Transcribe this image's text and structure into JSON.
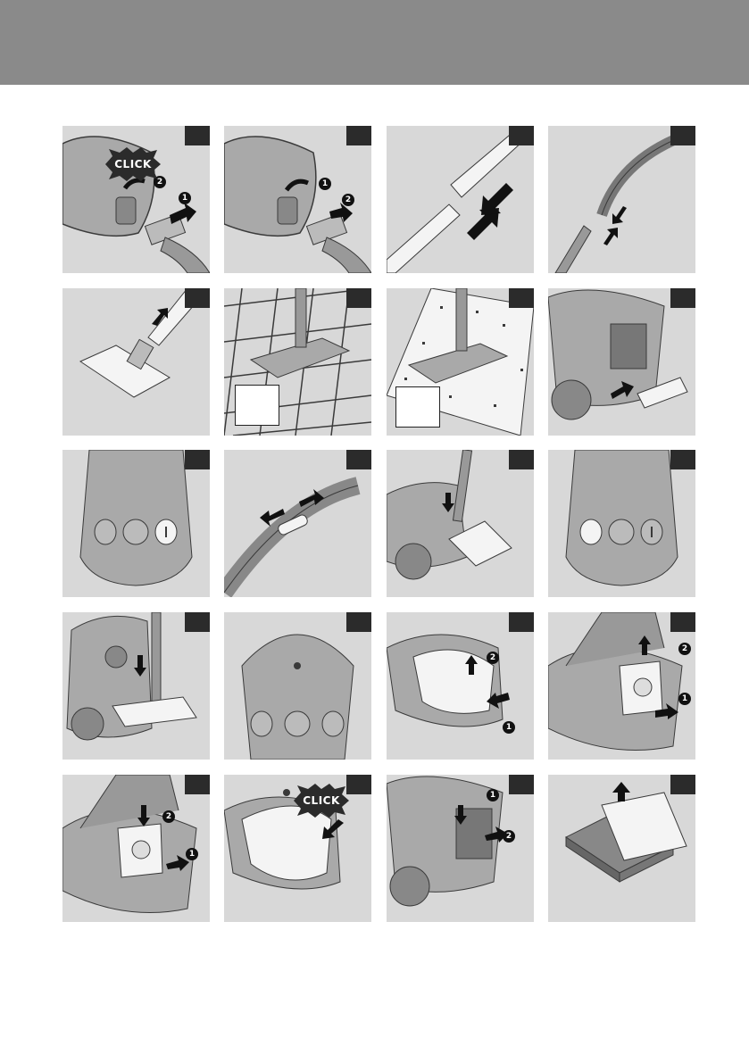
{
  "colors": {
    "header_bar": "#8a8a8a",
    "panel_bg": "#d8d8d8",
    "line_art": "#3a3a3a",
    "appliance_fill": "#a9a9a9",
    "appliance_light": "#f4f4f4",
    "step_tab": "#2b2b2b",
    "arrow": "#111111"
  },
  "labels": {
    "click": "CLICK",
    "one": "1",
    "two": "2"
  },
  "panels": [
    {
      "id": "hose-attach",
      "icon": "hose-connect-icon"
    },
    {
      "id": "hose-detach",
      "icon": "hose-disconnect-icon"
    },
    {
      "id": "tube-connect",
      "icon": "tube-join-icon"
    },
    {
      "id": "handle-connect",
      "icon": "handle-join-icon"
    },
    {
      "id": "nozzle-attach",
      "icon": "nozzle-attach-icon"
    },
    {
      "id": "hard-floor",
      "icon": "hard-floor-nozzle-icon"
    },
    {
      "id": "carpet",
      "icon": "carpet-nozzle-icon"
    },
    {
      "id": "crevice-tool",
      "icon": "crevice-tool-icon"
    },
    {
      "id": "switch-on",
      "icon": "power-on-icon"
    },
    {
      "id": "suction-slider",
      "icon": "suction-slider-icon"
    },
    {
      "id": "parking-slot",
      "icon": "parking-slot-icon"
    },
    {
      "id": "switch-off",
      "icon": "power-off-icon"
    },
    {
      "id": "storage",
      "icon": "storage-icon"
    },
    {
      "id": "bag-indicator",
      "icon": "bag-indicator-icon"
    },
    {
      "id": "open-cover",
      "icon": "open-cover-icon"
    },
    {
      "id": "remove-bag",
      "icon": "remove-bag-icon"
    },
    {
      "id": "insert-bag",
      "icon": "insert-bag-icon"
    },
    {
      "id": "close-cover",
      "icon": "close-cover-icon"
    },
    {
      "id": "filter-remove",
      "icon": "filter-remove-icon"
    },
    {
      "id": "filter-replace",
      "icon": "filter-replace-icon"
    }
  ]
}
